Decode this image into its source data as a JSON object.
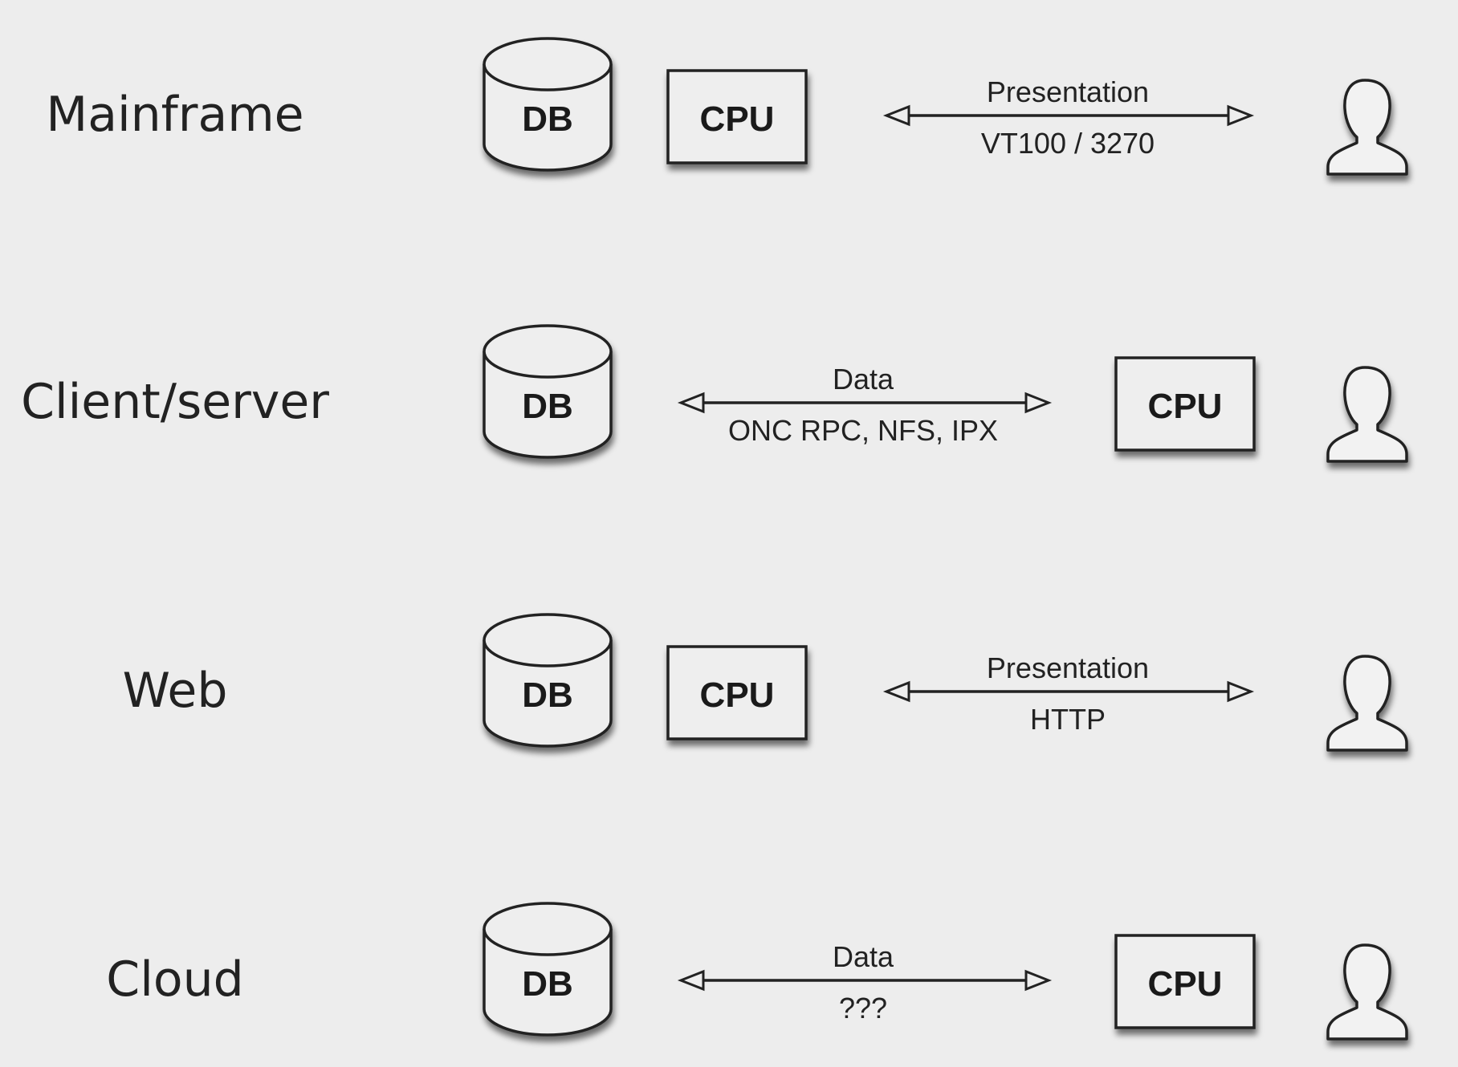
{
  "colors": {
    "background": "#ededed",
    "stroke": "#222222",
    "fill": "#eeeeee",
    "text": "#1a1a1a"
  },
  "rows": [
    {
      "label": "Mainframe",
      "db_label": "DB",
      "cpu_label": "CPU",
      "layout": "server-side-cpu",
      "link_top": "Presentation",
      "link_bottom": "VT100 / 3270",
      "user_icon": "user-icon"
    },
    {
      "label": "Client/server",
      "db_label": "DB",
      "cpu_label": "CPU",
      "layout": "client-side-cpu",
      "link_top": "Data",
      "link_bottom": "ONC RPC, NFS, IPX",
      "user_icon": "user-icon"
    },
    {
      "label": "Web",
      "db_label": "DB",
      "cpu_label": "CPU",
      "layout": "server-side-cpu",
      "link_top": "Presentation",
      "link_bottom": "HTTP",
      "user_icon": "user-icon"
    },
    {
      "label": "Cloud",
      "db_label": "DB",
      "cpu_label": "CPU",
      "layout": "client-side-cpu",
      "link_top": "Data",
      "link_bottom": "???",
      "user_icon": "user-icon"
    }
  ]
}
